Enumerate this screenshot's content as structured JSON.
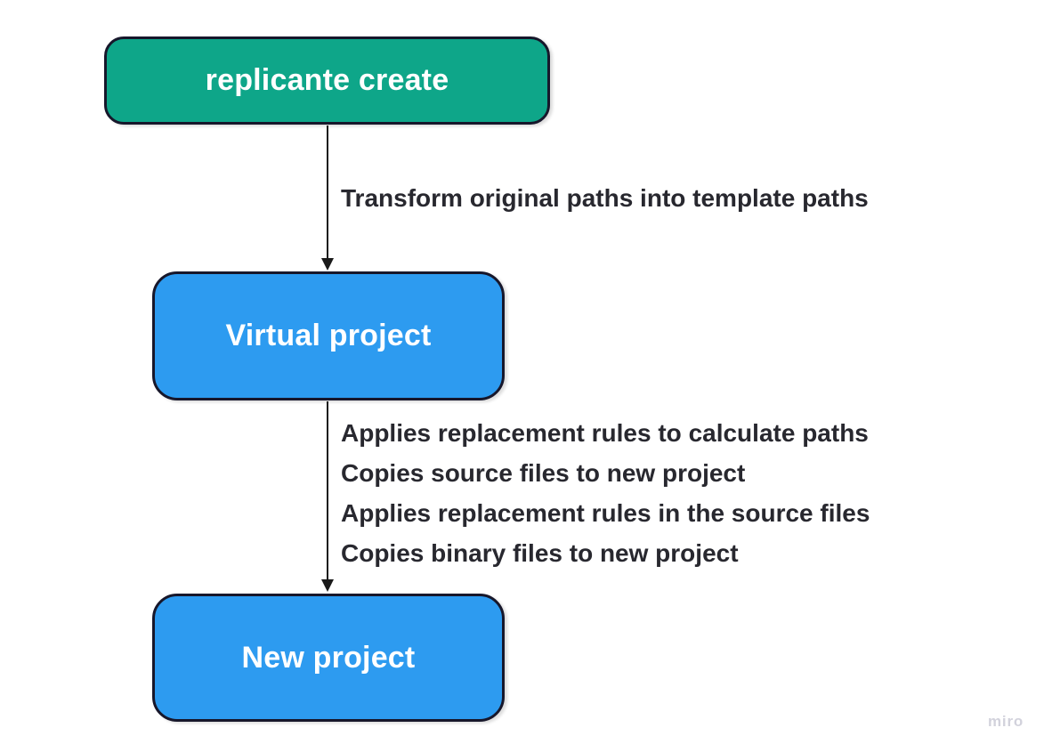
{
  "board": {
    "watermark": "miro",
    "background_color": "#ffffff"
  },
  "colors": {
    "node_green_fill": "#0ea689",
    "node_blue_fill": "#2d9bf0",
    "node_border": "#17172b",
    "node_text": "#ffffff",
    "arrow_line": "#1a1a1a",
    "edge_label_text": "#28282f",
    "watermark_text": "#d2d2dc"
  },
  "diagram": {
    "nodes": [
      {
        "id": "replicante-create",
        "label": "replicante create",
        "fill": "#0ea689"
      },
      {
        "id": "virtual-project",
        "label": "Virtual project",
        "fill": "#2d9bf0"
      },
      {
        "id": "new-project",
        "label": "New project",
        "fill": "#2d9bf0"
      }
    ],
    "edges": [
      {
        "from": "replicante-create",
        "to": "virtual-project",
        "labels": [
          "Transform original paths into template paths"
        ]
      },
      {
        "from": "virtual-project",
        "to": "new-project",
        "labels": [
          "Applies replacement rules to calculate paths",
          "Copies source files to new project",
          "Applies replacement rules in the source files",
          "Copies binary files to new project"
        ]
      }
    ]
  }
}
